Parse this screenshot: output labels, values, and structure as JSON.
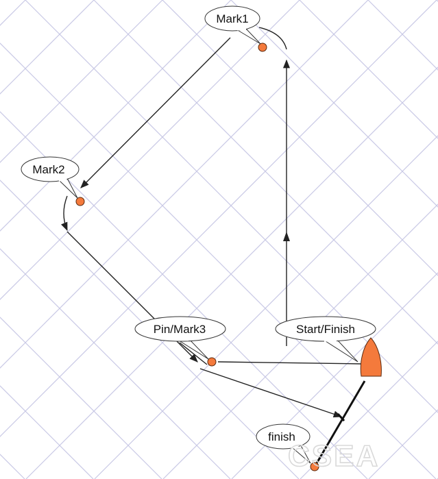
{
  "diagram": {
    "marks": {
      "mark1": {
        "label": "Mark1"
      },
      "mark2": {
        "label": "Mark2"
      },
      "pin_mark3": {
        "label": "Pin/Mark3"
      },
      "start_finish": {
        "label": "Start/Finish"
      },
      "finish": {
        "label": "finish"
      }
    },
    "watermark": "CSEA"
  },
  "colors": {
    "mark_fill": "#f47a3c",
    "mark_stroke": "#5a2a10",
    "boat_fill": "#f47a3c",
    "grid_line": "#c9c9e6",
    "course_line": "#222222"
  }
}
